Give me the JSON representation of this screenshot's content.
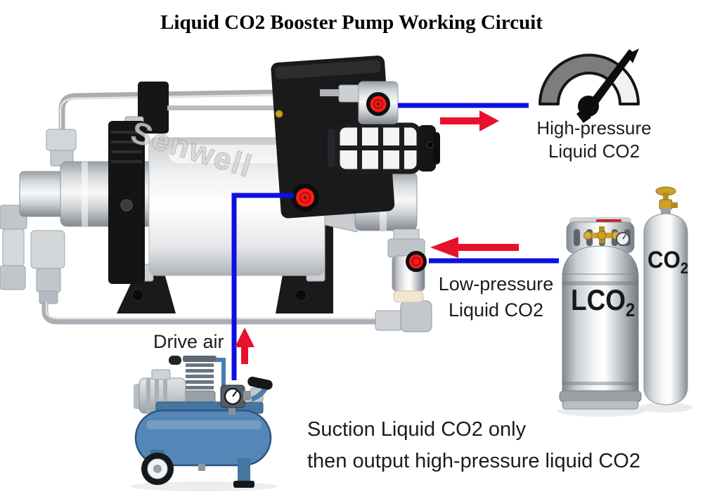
{
  "title": "Liquid CO2 Booster Pump Working Circuit",
  "watermark": "Senwell",
  "flow_labels": {
    "high_pressure": {
      "line1": "High-pressure",
      "line2": "Liquid CO2"
    },
    "low_pressure": {
      "line1": "Low-pressure",
      "line2": "Liquid CO2"
    },
    "drive_air": "Drive air"
  },
  "note": {
    "line1": "Suction Liquid CO2 only",
    "line2": "then output high-pressure liquid CO2"
  },
  "cylinders": {
    "dewar": {
      "label": "LCO",
      "label_sub": "2"
    },
    "gas_tank": {
      "label": "CO",
      "label_sub": "2"
    }
  },
  "icons": {
    "gauge": "pressure-gauge-icon",
    "arrow_right": "→",
    "arrow_left": "←",
    "arrow_up": "↑"
  },
  "colors": {
    "flow_blue": "#0d10e0",
    "arrow_red": "#e8112d",
    "port_red": "#ff1b1b",
    "compressor_blue": "#5586b8",
    "pump_black": "#1a1a1a",
    "steel_gray": "#c6cacd",
    "text_black": "#1c1c1c"
  }
}
